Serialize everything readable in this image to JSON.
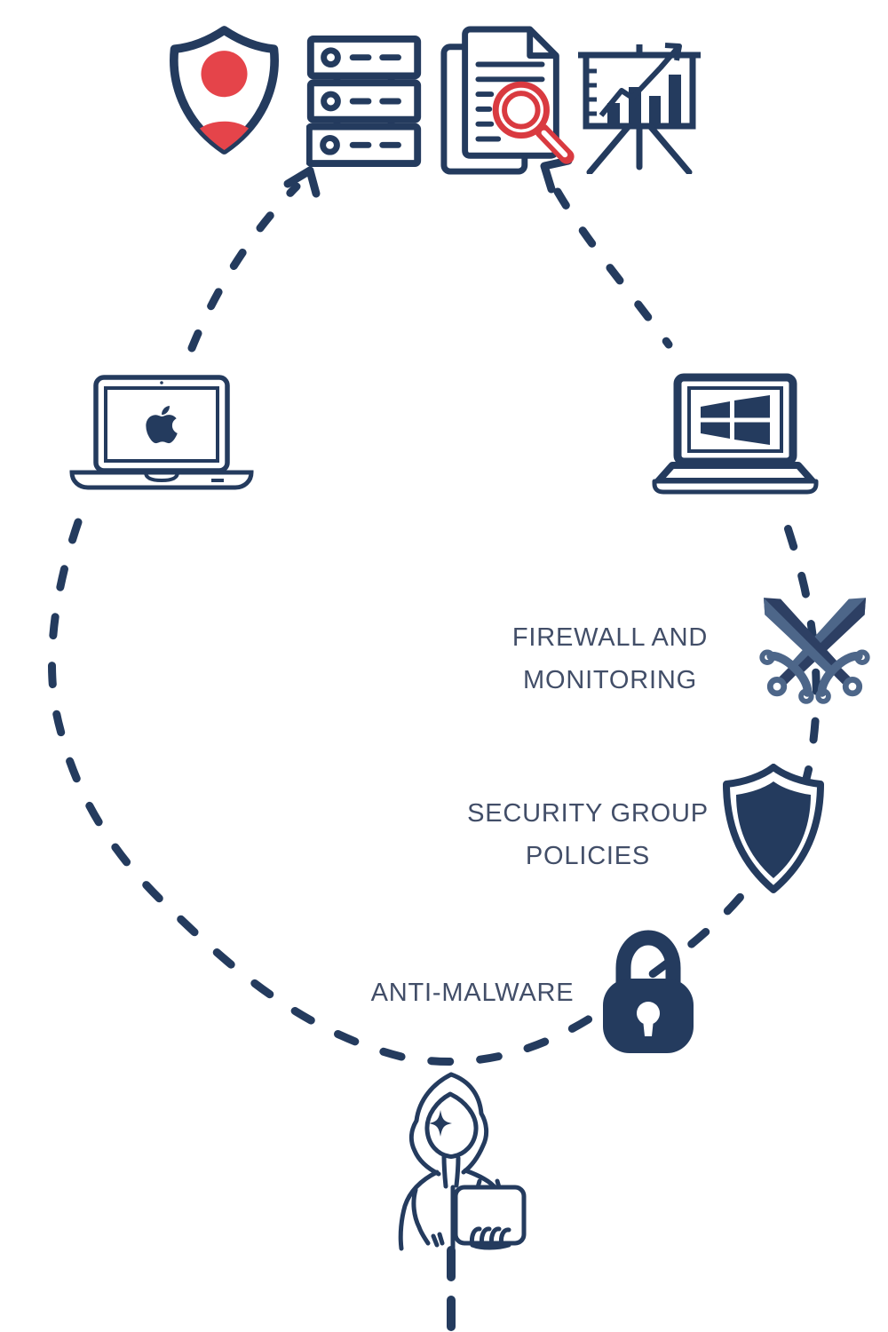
{
  "labels": {
    "firewall": {
      "line1": "FIREWALL AND",
      "line2": "MONITORING"
    },
    "security_group": {
      "line1": "SECURITY GROUP",
      "line2": "POLICIES"
    },
    "anti_malware": {
      "text": "ANTI-MALWARE"
    }
  },
  "colors": {
    "navy": "#243b5e",
    "red": "#e5444a",
    "magnifier_red": "#d93a40",
    "sword_dark": "#2d3f63",
    "sword_slate": "#4d6689",
    "label_text": "#424e68",
    "background": "#ffffff"
  },
  "icons": {
    "top_row": [
      "user-shield-icon",
      "server-stack-icon",
      "document-search-icon",
      "chart-presentation-icon"
    ],
    "endpoints": [
      "mac-laptop-icon",
      "windows-laptop-icon"
    ],
    "defenses": [
      "crossed-swords-icon",
      "security-shield-icon",
      "padlock-icon"
    ],
    "threat": "hacker-icon",
    "connectors": [
      "dashed-loop-path",
      "arrow-up-right-icon",
      "arrow-up-left-icon"
    ]
  }
}
